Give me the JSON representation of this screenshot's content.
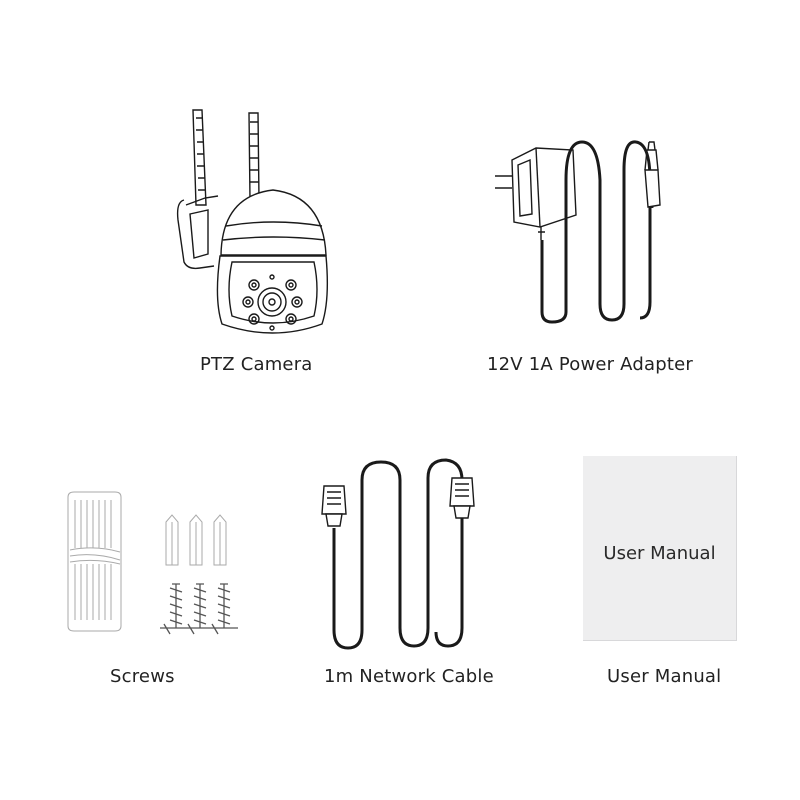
{
  "items": {
    "camera": {
      "label": "PTZ Camera",
      "icon": "ptz-camera-illustration"
    },
    "adapter": {
      "label": "12V 1A Power Adapter",
      "icon": "power-adapter-illustration"
    },
    "screws": {
      "label": "Screws",
      "icon": "screws-anchors-illustration"
    },
    "cable": {
      "label": "1m Network Cable",
      "icon": "network-cable-illustration"
    },
    "manual": {
      "label": "User Manual",
      "cover_text": "User Manual",
      "icon": "user-manual-illustration"
    }
  },
  "colors": {
    "line": "#1a1a1a",
    "manual_bg": "#eeeeef"
  }
}
